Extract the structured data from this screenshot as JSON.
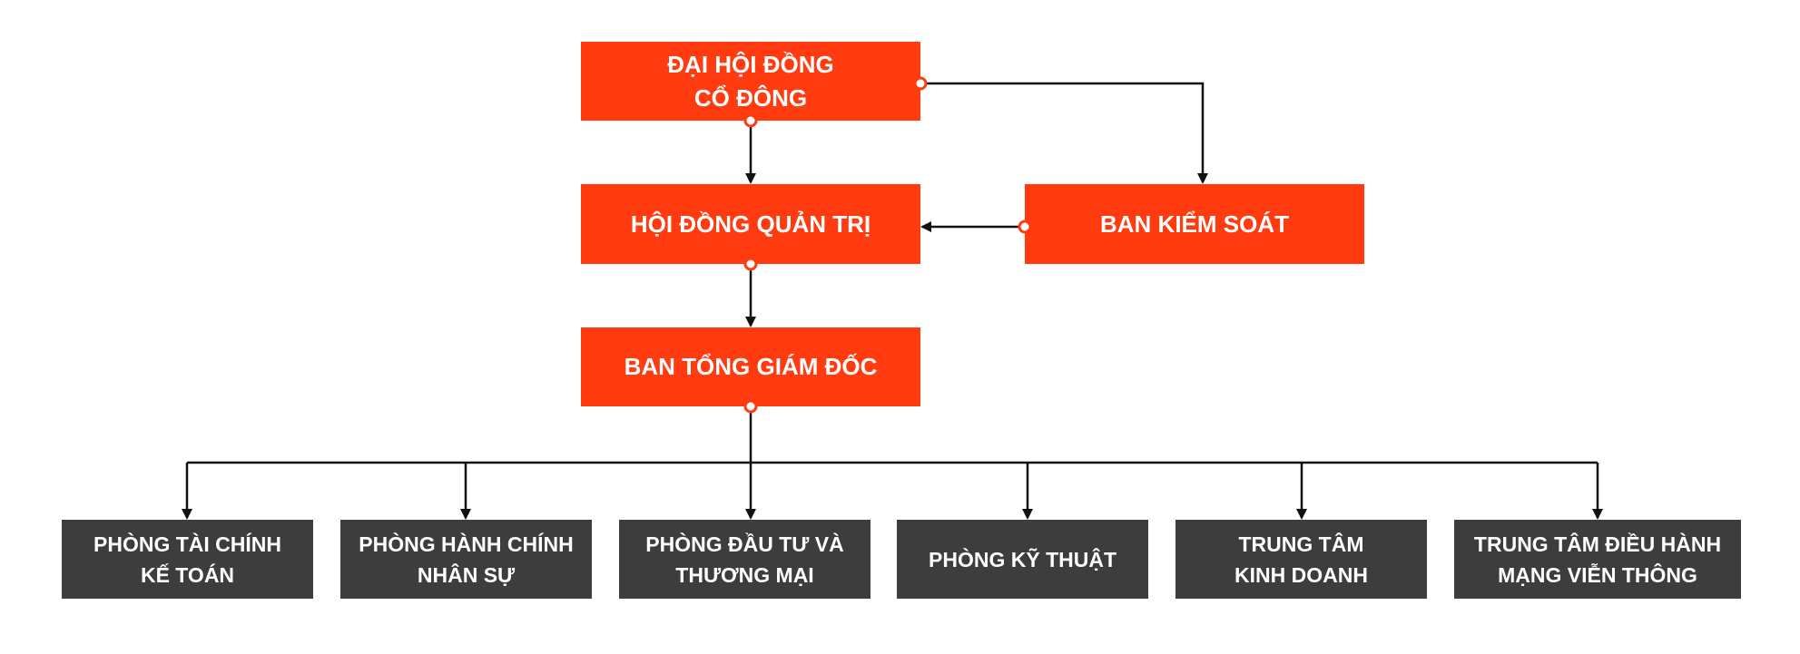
{
  "colors": {
    "primary_box": "#ff3b0f",
    "department_box": "#3d3d3d",
    "text": "#ffffff",
    "connector": "#111111",
    "connector_dot_fill": "#ffffff",
    "connector_dot_stroke": "#ff3b0f"
  },
  "nodes": {
    "general_meeting": "ĐẠI HỘI ĐỒNG\nCỔ ĐÔNG",
    "board_of_directors": "HỘI ĐỒNG QUẢN TRỊ",
    "supervisory_board": "BAN KIỂM SOÁT",
    "executive_board": "BAN TỔNG GIÁM ĐỐC"
  },
  "departments": [
    "PHÒNG TÀI CHÍNH\nKẾ TOÁN",
    "PHÒNG HÀNH CHÍNH\nNHÂN SỰ",
    "PHÒNG ĐẦU TƯ VÀ\nTHƯƠNG MẠI",
    "PHÒNG KỸ THUẬT",
    "TRUNG TÂM\nKINH DOANH",
    "TRUNG TÂM ĐIỀU HÀNH\nMẠNG VIỄN THÔNG"
  ]
}
